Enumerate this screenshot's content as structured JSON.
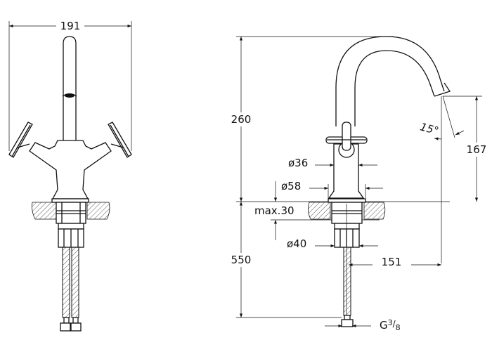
{
  "dimensions": {
    "width_front": "191",
    "height_total": "260",
    "spout_height": "167",
    "spout_angle": "15°",
    "dia_body": "ø36",
    "dia_base": "ø58",
    "max_thickness": "max.30",
    "dia_shank": "ø40",
    "hose_length": "550",
    "spout_reach": "151",
    "thread_prefix": "G",
    "thread_num": "3",
    "thread_den": "8"
  }
}
